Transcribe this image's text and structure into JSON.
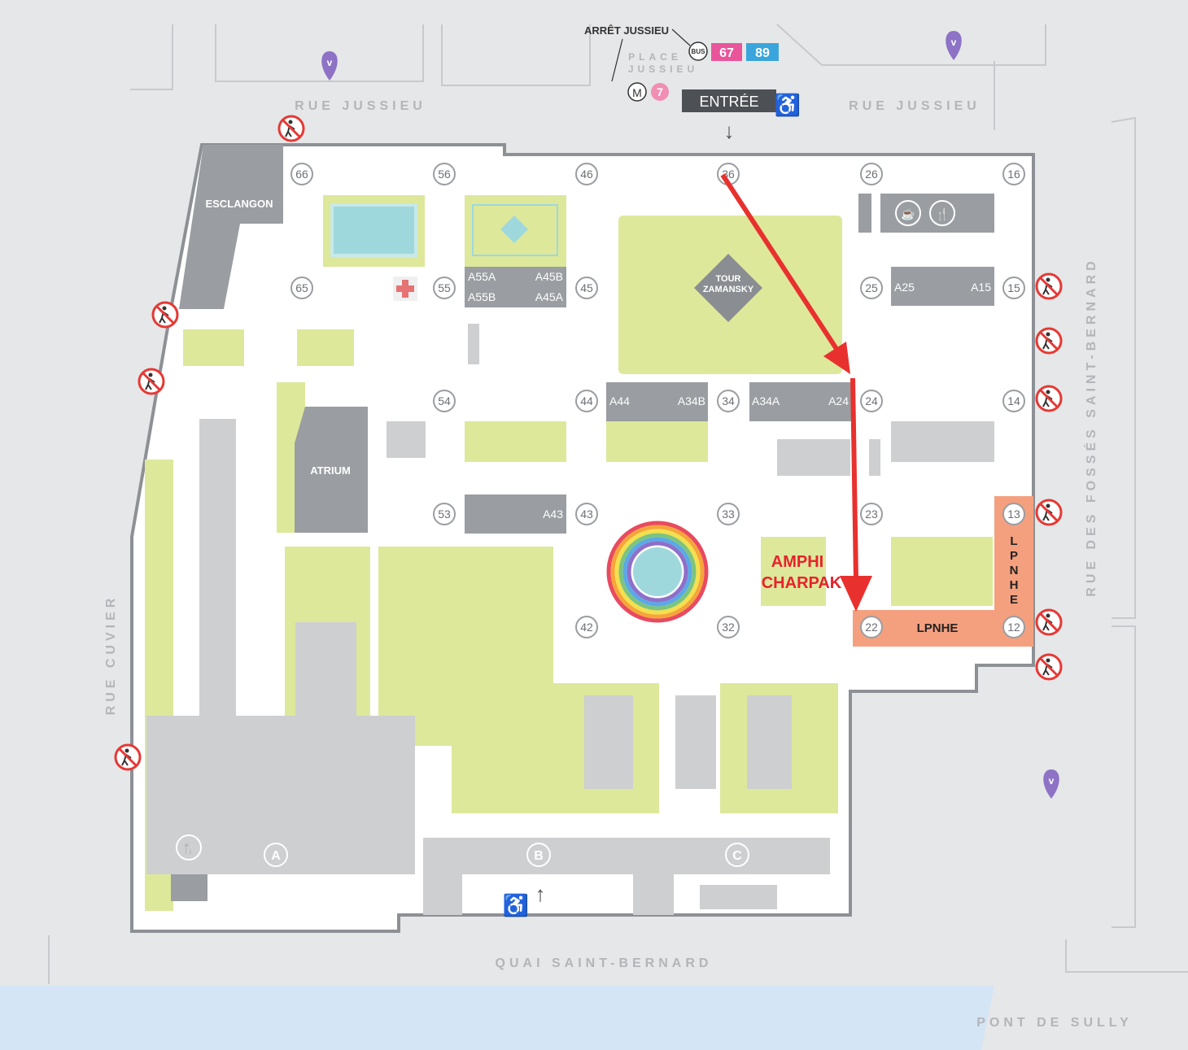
{
  "streets": {
    "north_left": "RUE JUSSIEU",
    "north_right": "RUE JUSSIEU",
    "west": "RUE CUVIER",
    "east": "RUE DES FOSSÉS SAINT-BERNARD",
    "south": "QUAI SAINT-BERNARD",
    "bridge": "PONT DE SULLY"
  },
  "transit": {
    "stop_name": "ARRÊT JUSSIEU",
    "bus_badge": "BUS",
    "bus_lines": [
      {
        "number": "67",
        "color": "#e8559b"
      },
      {
        "number": "89",
        "color": "#3aa5dc"
      }
    ],
    "place_line1": "PLACE",
    "place_line2": "JUSSIEU",
    "metro_badge": "M",
    "metro_line": "7",
    "metro_color": "#f08fb3"
  },
  "entrance": {
    "label": "ENTRÉE",
    "arrow": "↓",
    "accessibility_icon": "wheelchair-icon"
  },
  "south_entrance": {
    "arrow": "↑",
    "accessibility_icon": "wheelchair-icon"
  },
  "buildings": {
    "esclangon": "ESCLANGON",
    "atrium": "ATRIUM",
    "tour_line1": "TOUR",
    "tour_line2": "ZAMANSKY"
  },
  "nodes": [
    "66",
    "56",
    "46",
    "36",
    "26",
    "16",
    "65",
    "55",
    "45",
    "25",
    "15",
    "54",
    "44",
    "34",
    "24",
    "14",
    "53",
    "43",
    "33",
    "23",
    "13",
    "42",
    "32",
    "22",
    "12"
  ],
  "rooms": [
    "A55A",
    "A45B",
    "A55B",
    "A45A",
    "A25",
    "A15",
    "A44",
    "A34B",
    "A34A",
    "A24",
    "A43"
  ],
  "amphi": {
    "line1": "AMPHI",
    "line2": "CHARPAK",
    "color": "#e8212b"
  },
  "lpnhe": {
    "horizontal": "LPNHE",
    "vertical": "LPNHE",
    "color": "#f4a07f"
  },
  "gates": [
    "A",
    "B",
    "C"
  ],
  "icons": [
    "velib-icon",
    "no-pedestrian-icon",
    "first-aid-icon",
    "coffee-icon",
    "restaurant-icon",
    "wheelchair-icon"
  ],
  "colors": {
    "background": "#e6e7e8",
    "path": "#ffffff",
    "building": "#9a9da1",
    "green": "#dde89b",
    "route_arrow": "#e8312e",
    "water": "#d4e5f5"
  }
}
